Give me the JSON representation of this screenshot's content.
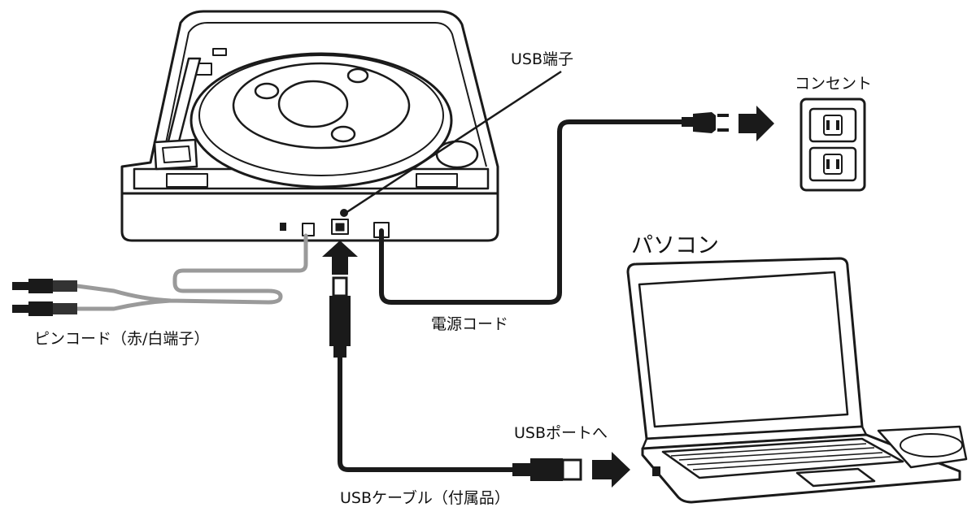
{
  "labels": {
    "usb_port": "USB端子",
    "outlet": "コンセント",
    "pc": "パソコン",
    "power_cord": "電源コード",
    "rca_cable": "ピンコード（赤/白端子）",
    "usb_to_port": "USBポートへ",
    "usb_cable": "USBケーブル（付属品）"
  },
  "icons": {
    "turntable": "turntable-icon",
    "outlet": "wall-outlet-icon",
    "laptop": "laptop-icon",
    "power_plug": "power-plug-icon",
    "usb_a_plug": "usb-a-plug-icon",
    "usb_b_plug": "usb-b-plug-icon",
    "rca_plugs": "rca-plugs-icon",
    "arrow": "arrow-icon"
  },
  "colors": {
    "line": "#1a1a1a",
    "rca_cable": "#9a9a9a"
  }
}
